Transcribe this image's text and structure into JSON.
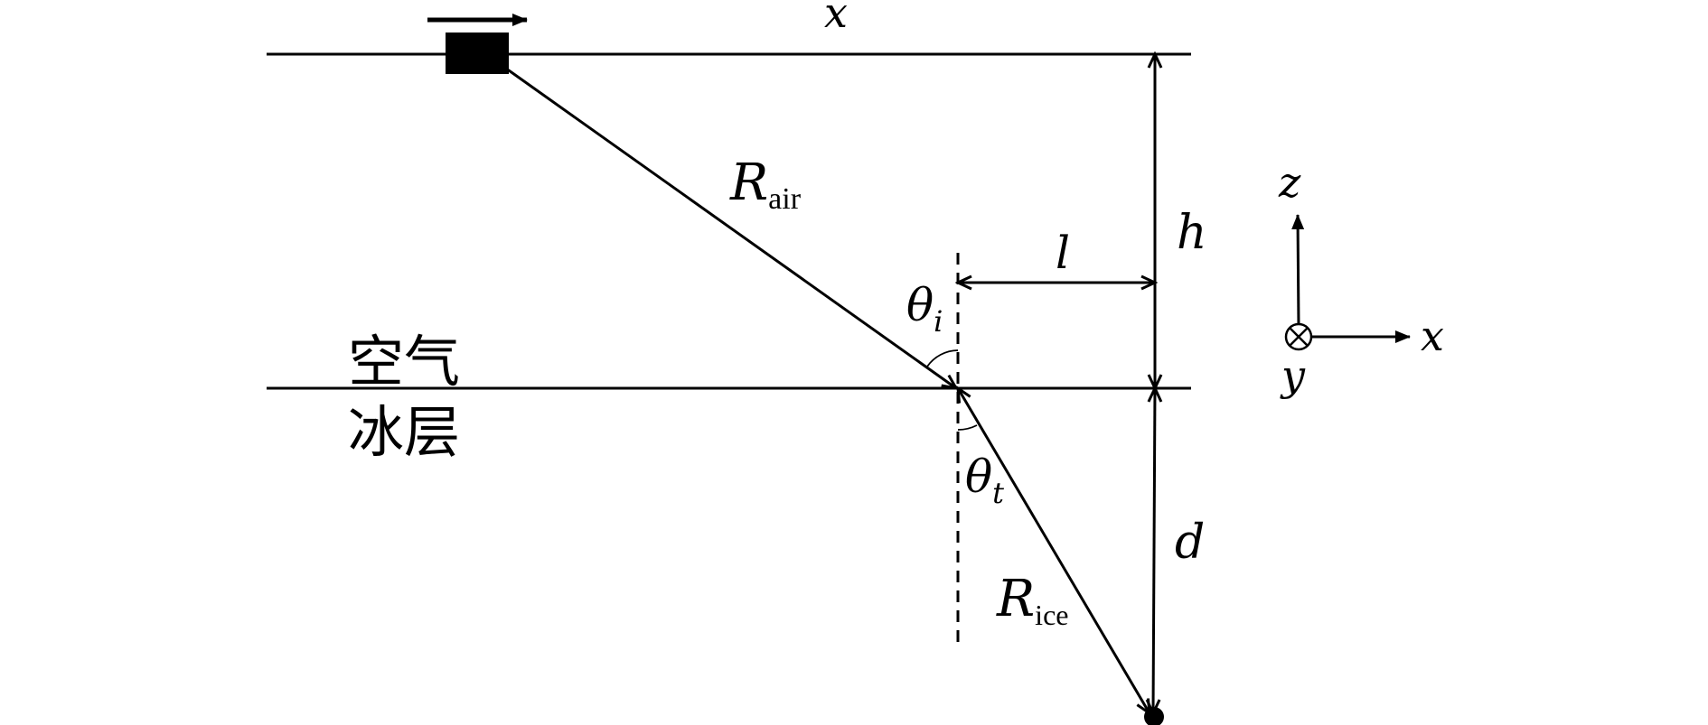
{
  "labels": {
    "x_top": "x",
    "R_air_main": "R",
    "R_air_sub": "air",
    "theta_i_main": "θ",
    "theta_i_sub": "i",
    "l": "l",
    "h": "h",
    "air_layer": "空气",
    "ice_layer": "冰层",
    "theta_t_main": "θ",
    "theta_t_sub": "t",
    "R_ice_main": "R",
    "R_ice_sub": "ice",
    "d": "d"
  },
  "axes": {
    "z": "z",
    "x": "x",
    "y": "y"
  }
}
